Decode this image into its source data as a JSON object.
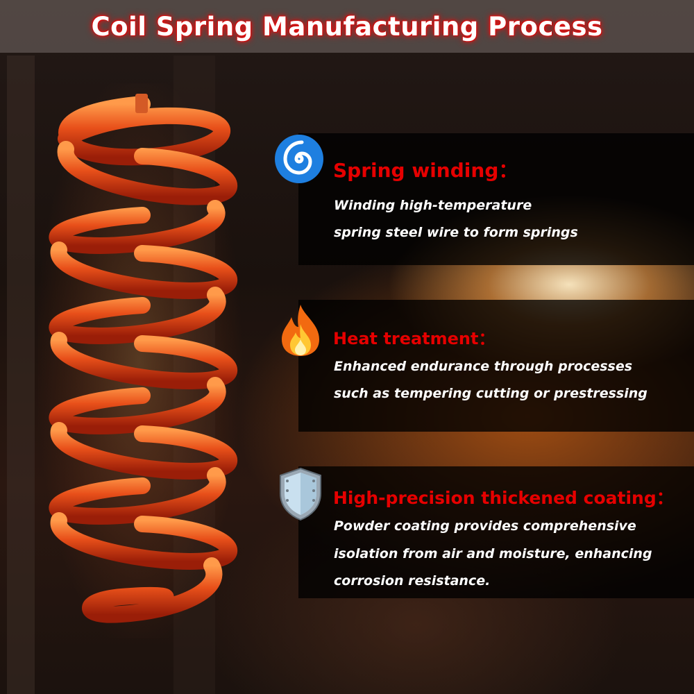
{
  "title": "Coil Spring Manufacturing Process",
  "sections": [
    {
      "icon": "spiral-icon",
      "heading": "Spring winding：",
      "lines": [
        "Winding high-temperature",
        "spring steel wire to form springs"
      ]
    },
    {
      "icon": "flame-icon",
      "heading": "Heat treatment：",
      "lines": [
        "Enhanced endurance through processes",
        "such as tempering cutting or prestressing"
      ]
    },
    {
      "icon": "shield-icon",
      "heading": "High-precision thickened coating：",
      "lines": [
        "Powder coating provides comprehensive",
        "isolation from air and moisture, enhancing",
        "corrosion resistance."
      ]
    }
  ],
  "colors": {
    "heading_red": "#e60000",
    "title_glow": "#e01010",
    "spiral_blue": "#1e7fe0",
    "spring_orange": "#e8501a"
  }
}
